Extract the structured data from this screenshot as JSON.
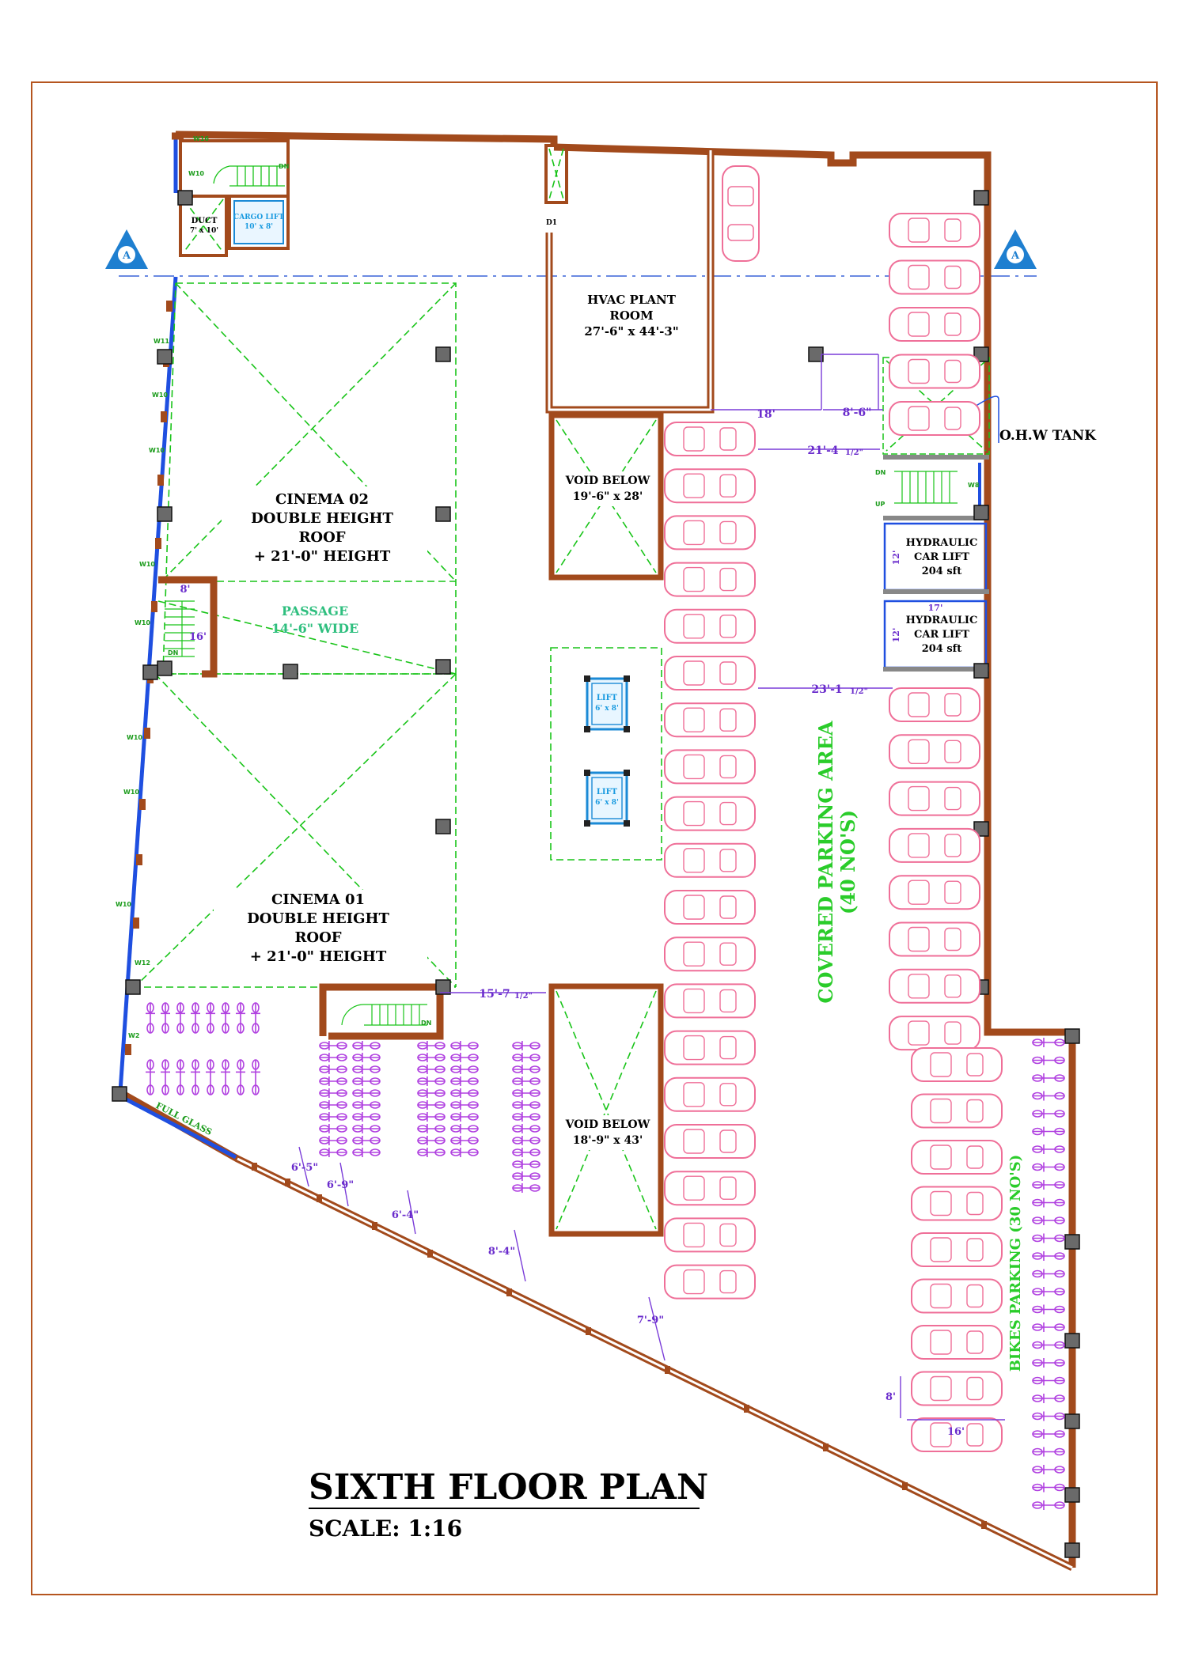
{
  "title": "SIXTH FLOOR PLAN",
  "scale": "SCALE: 1:16",
  "rooms": {
    "hvac": {
      "line1": "HVAC PLANT",
      "line2": "ROOM",
      "line3": "27'-6\" x 44'-3\""
    },
    "void1": {
      "line1": "VOID BELOW",
      "line2": "19'-6\" x 28'"
    },
    "void2": {
      "line1": "VOID BELOW",
      "line2": "18'-9\" x 43'"
    },
    "cinema2": {
      "line1": "CINEMA 02",
      "line2": "DOUBLE HEIGHT",
      "line3": "ROOF",
      "line4": "+ 21'-0\" HEIGHT"
    },
    "cinema1": {
      "line1": "CINEMA 01",
      "line2": "DOUBLE HEIGHT",
      "line3": "ROOF",
      "line4": "+ 21'-0\" HEIGHT"
    },
    "passage": {
      "line1": "PASSAGE",
      "line2": "14'-6\" WIDE"
    },
    "duct": {
      "line1": "DUCT",
      "line2": "7' x 10'"
    },
    "cargo": {
      "line1": "CARGO LIFT",
      "line2": "10' x 8'"
    },
    "lift1": {
      "line1": "LIFT",
      "line2": "6' x 8'"
    },
    "lift2": {
      "line1": "LIFT",
      "line2": "6' x 8'"
    },
    "hyd1": {
      "line1": "HYDRAULIC",
      "line2": "CAR LIFT",
      "line3": "204 sft"
    },
    "hyd2": {
      "line1": "HYDRAULIC",
      "line2": "CAR LIFT",
      "line3": "204 sft"
    },
    "ohw": "O.H.W TANK",
    "covered": {
      "line1": "COVERED PARKING AREA",
      "line2": "(40 NO'S)"
    },
    "bikes": "BIKES PARKING (30 NO'S)",
    "fullglass": "FULL GLASS",
    "d1": "D1"
  },
  "dims": {
    "d18": "18'",
    "d86": "8'-6\"",
    "d2142": "21'-4",
    "d2312": "23'-1",
    "d1572": "15'-7",
    "half": "1/2\"",
    "d8": "8'",
    "d16": "16'",
    "d12a": "12'",
    "d17": "17'",
    "d12b": "12'",
    "d65": "6'-5\"",
    "d69": "6'-9\"",
    "d64": "6'-4\"",
    "d84": "8'-4\"",
    "d79": "7'-9\"",
    "d8b": "8'",
    "d16b": "16'"
  },
  "window_tags": {
    "w16": "W16",
    "w10": "W10",
    "w11": "W11",
    "w12": "W12",
    "w2": "W2",
    "w8": "W8",
    "dn": "DN",
    "up": "UP"
  },
  "section_marker": "A",
  "colors": {
    "wall": "#a24a1c",
    "glass": "#1f4fe0",
    "grid": "#19c419",
    "car": "#ef6f98",
    "bike": "#b040e0",
    "dimension": "#7a3cd8",
    "label_green": "#2acc2a"
  }
}
